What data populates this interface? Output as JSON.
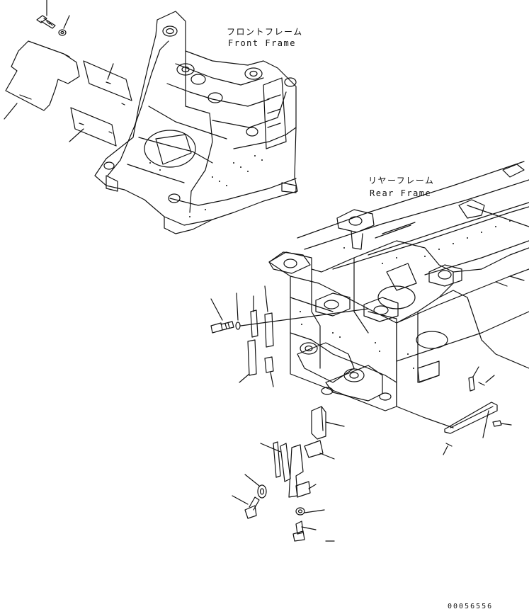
{
  "labels": {
    "front_frame_jp": "フロントフレーム",
    "front_frame_en": "Front Frame",
    "rear_frame_jp": "リヤーフレーム",
    "rear_frame_en": "Rear Frame"
  },
  "drawing_code": "00056556"
}
